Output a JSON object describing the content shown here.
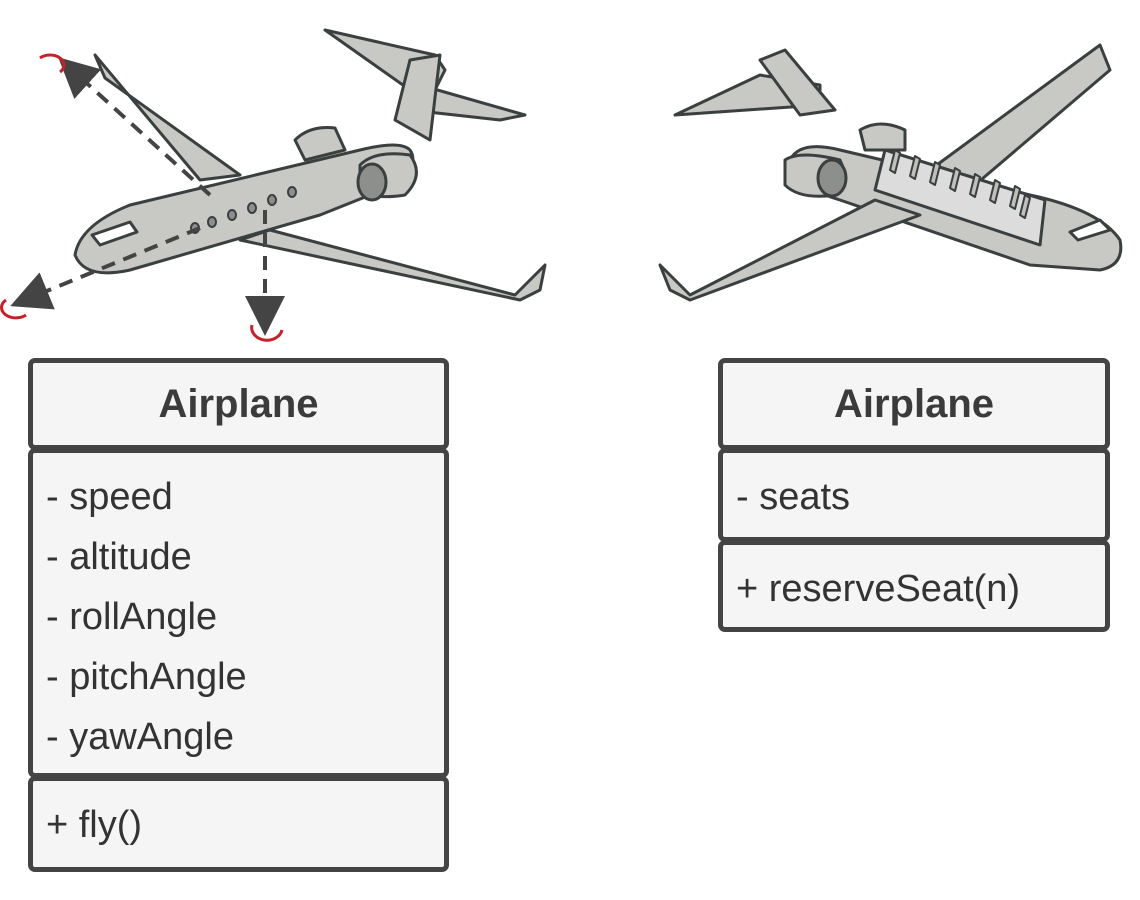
{
  "left_class": {
    "name": "Airplane",
    "attributes": [
      "- speed",
      "- altitude",
      "- rollAngle",
      "- pitchAngle",
      "- yawAngle"
    ],
    "methods": [
      "+ fly()"
    ]
  },
  "right_class": {
    "name": "Airplane",
    "attributes": [
      "- seats"
    ],
    "methods": [
      "+ reserveSeat(n)"
    ]
  },
  "colors": {
    "plane_body": "#c8c8c4",
    "outline": "#3a3f3f",
    "box_fill": "#f5f5f5",
    "box_border": "#444444",
    "rotation_arrow": "#c8202a"
  }
}
